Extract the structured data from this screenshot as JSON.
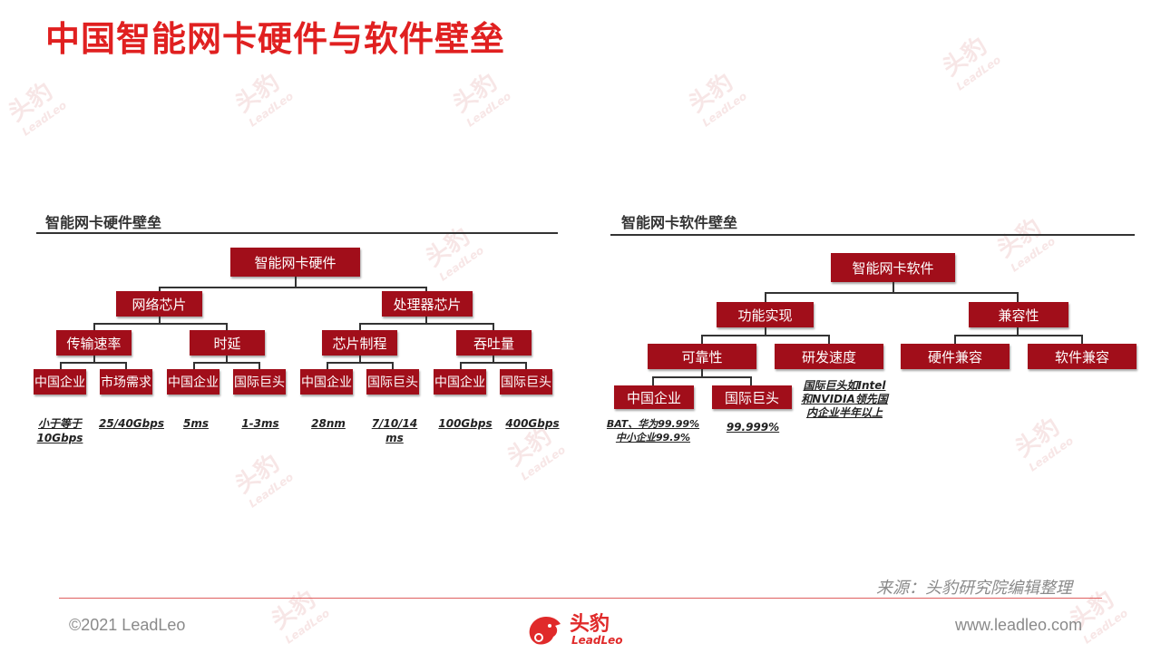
{
  "title": "中国智能网卡硬件与软件壁垒",
  "hardware": {
    "section_title": "智能网卡硬件壁垒",
    "root": "智能网卡硬件",
    "level2": [
      "网络芯片",
      "处理器芯片"
    ],
    "level3": [
      "传输速率",
      "时延",
      "芯片制程",
      "吞吐量"
    ],
    "level4": [
      "中国企业",
      "市场需求",
      "中国企业",
      "国际巨头",
      "中国企业",
      "国际巨头",
      "中国企业",
      "国际巨头"
    ],
    "values": [
      [
        "小于等于",
        "10Gbps"
      ],
      [
        "25/40Gbps"
      ],
      [
        "5ms"
      ],
      [
        "1-3ms"
      ],
      [
        "28nm"
      ],
      [
        "7/10/14",
        "ms"
      ],
      [
        "100Gbps"
      ],
      [
        "400Gbps"
      ]
    ]
  },
  "software": {
    "section_title": "智能网卡软件壁垒",
    "root": "智能网卡软件",
    "level2": [
      "功能实现",
      "兼容性"
    ],
    "level3": [
      "可靠性",
      "研发速度",
      "硬件兼容",
      "软件兼容"
    ],
    "level4": [
      "中国企业",
      "国际巨头"
    ],
    "values": [
      [
        "BAT、华为99.99%",
        "中小企业99.9%"
      ],
      [
        "99.999%"
      ],
      [
        "国际巨头如Intel",
        "和NVIDIA领先国",
        "内企业半年以上"
      ]
    ]
  },
  "source": "来源：头豹研究院编辑整理",
  "footer": {
    "copyright": "©2021 LeadLeo",
    "logo_cn": "头豹",
    "logo_en": "LeadLeo",
    "website": "www.leadleo.com"
  },
  "colors": {
    "title": "#e02020",
    "box": "#a10e1a",
    "watermark": "#f2d3d3"
  }
}
